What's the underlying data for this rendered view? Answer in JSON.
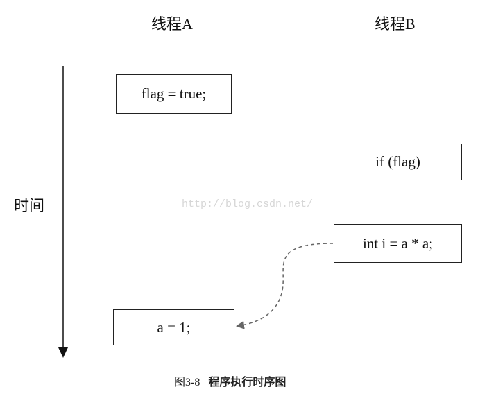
{
  "threads": {
    "a_title": "线程A",
    "b_title": "线程B"
  },
  "time_axis": {
    "label": "时间"
  },
  "statements": {
    "flag_true": "flag = true;",
    "if_flag": "if (flag)",
    "int_i": "int i = a * a;",
    "a_eq_1": "a = 1;"
  },
  "watermark": "http://blog.csdn.net/",
  "caption": {
    "number": "图3-8",
    "title": "程序执行时序图"
  },
  "colors": {
    "line": "#111111",
    "dashed_arrow": "#666666",
    "watermark": "#d6d6d6"
  }
}
